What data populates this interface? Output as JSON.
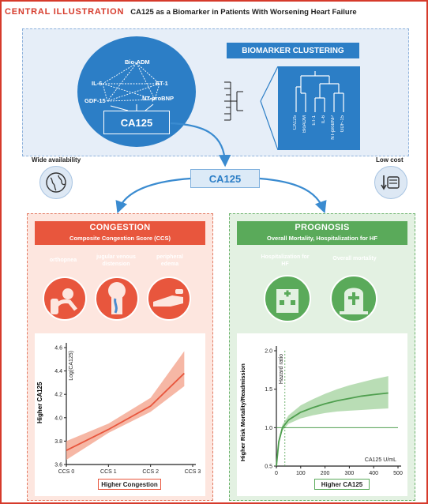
{
  "header": {
    "tag": "CENTRAL ILLUSTRATION",
    "title": "CA125 as a Biomarker in Patients With Worsening Heart Failure"
  },
  "network": {
    "nodes": [
      "Bio-ADM",
      "IL-6",
      "ET-1",
      "GDF-15",
      "NT-proBNP"
    ],
    "core": "CA125"
  },
  "clustering": {
    "title": "BIOMARKER CLUSTERING",
    "labels": [
      "CA125",
      "BioADM",
      "ET-1",
      "IL-6",
      "NT-proBNP",
      "GDF-15"
    ]
  },
  "center_label": "CA125",
  "side": {
    "left_label": "Wide availability",
    "left_icon": "globe-icon",
    "right_label": "Low cost",
    "right_icon": "low-cost-icon"
  },
  "congestion": {
    "title": "CONGESTION",
    "subtitle": "Composite Congestion Score (CCS)",
    "items": [
      {
        "label": "orthopnea",
        "icon": "orthopnea-icon"
      },
      {
        "label": "jugular venous distension",
        "icon": "jugular-vein-icon"
      },
      {
        "label": "peripheral edema",
        "icon": "edema-icon"
      }
    ],
    "xlabel": "Higher Congestion",
    "ylabel": "Higher CA125",
    "series_tag": "Log(CA125)",
    "colors": {
      "banner": "#e8563d",
      "line": "#e8563d",
      "band": "#f4a58f"
    }
  },
  "prognosis": {
    "title": "PROGNOSIS",
    "subtitle": "Overall Mortality, Hospitalization for HF",
    "items": [
      {
        "label": "Hospitalization for HF",
        "icon": "hospital-icon"
      },
      {
        "label": "Overall mortality",
        "icon": "tombstone-icon"
      }
    ],
    "xlabel": "Higher CA125",
    "ylabel": "Higher Risk Mortality/Readmission",
    "series_tag": "Hazard ratio",
    "xunit": "CA125 U/mL",
    "colors": {
      "banner": "#5aaa5a",
      "line": "#4f9f4f",
      "band": "#a8d5a3"
    }
  },
  "chart_data": [
    {
      "type": "line",
      "title": "",
      "x_categories": [
        "CCS 0",
        "CCS 1",
        "CCS 2",
        "CCS 3"
      ],
      "ylabel": "Higher CA125",
      "xlabel": "Higher Congestion",
      "ylim": [
        3.6,
        4.6
      ],
      "yticks": [
        3.6,
        3.8,
        4.0,
        4.2,
        4.4,
        4.6
      ],
      "series": [
        {
          "name": "Log(CA125)",
          "x": [
            0,
            1,
            2,
            2.8
          ],
          "y": [
            3.72,
            3.9,
            4.1,
            4.38
          ],
          "lower": [
            3.64,
            3.87,
            4.05,
            4.27
          ],
          "upper": [
            3.8,
            3.95,
            4.17,
            4.57
          ]
        }
      ]
    },
    {
      "type": "line",
      "title": "",
      "xlabel": "Higher CA125",
      "ylabel": "Higher Risk Mortality/Readmission",
      "xlim": [
        0,
        500
      ],
      "xticks": [
        0,
        100,
        200,
        300,
        400,
        500
      ],
      "ylim": [
        0.5,
        2.0
      ],
      "yticks": [
        0.5,
        1.0,
        1.5,
        2.0
      ],
      "reference_line": 1.0,
      "reference_x": 35,
      "series": [
        {
          "name": "Hazard ratio",
          "x": [
            0,
            10,
            25,
            50,
            100,
            150,
            200,
            250,
            300,
            350,
            400,
            460
          ],
          "y": [
            0.5,
            0.82,
            1.0,
            1.1,
            1.2,
            1.26,
            1.31,
            1.35,
            1.38,
            1.41,
            1.43,
            1.45
          ],
          "lower": [
            0.5,
            0.78,
            0.96,
            1.05,
            1.12,
            1.16,
            1.19,
            1.21,
            1.22,
            1.23,
            1.24,
            1.25
          ],
          "upper": [
            0.5,
            0.86,
            1.04,
            1.16,
            1.29,
            1.37,
            1.44,
            1.5,
            1.55,
            1.59,
            1.63,
            1.67
          ]
        }
      ]
    }
  ]
}
